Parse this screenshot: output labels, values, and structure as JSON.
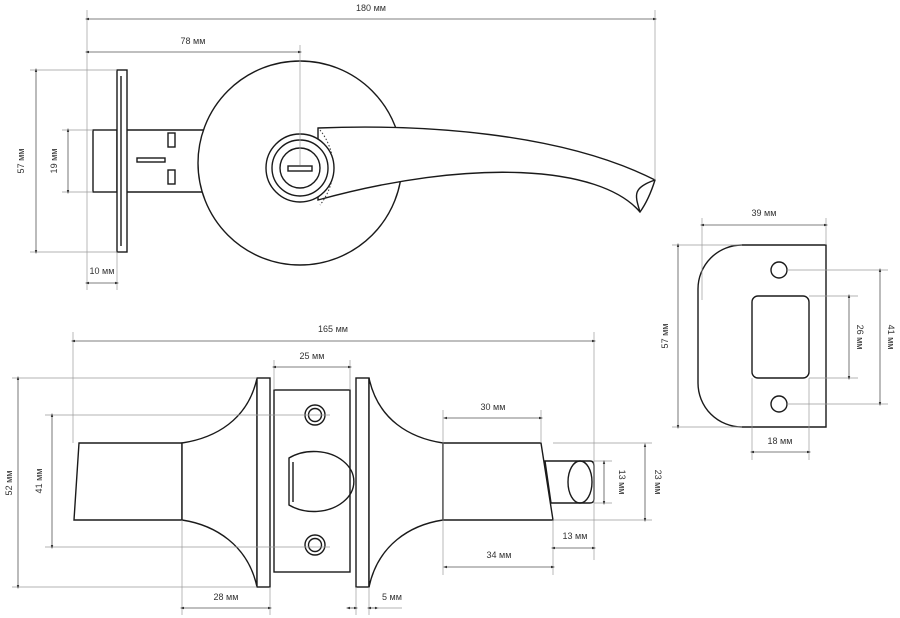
{
  "top_view": {
    "dims": {
      "overall_length": "180 мм",
      "axis_offset": "78 мм",
      "rose_height": "57 мм",
      "latch_height": "19 мм",
      "rose_thickness": "10 мм"
    }
  },
  "strike_plate": {
    "dims": {
      "width": "39 мм",
      "height": "57 мм",
      "window_height": "26 мм",
      "hole_spacing": "41 мм",
      "window_width": "18 мм"
    }
  },
  "side_view": {
    "dims": {
      "overall_length": "165 мм",
      "faceplate_width": "25 мм",
      "flange_height": "52 мм",
      "hole_spacing": "41 мм",
      "neck_length": "30 мм",
      "tip_height": "13 мм",
      "neck_height": "23 мм",
      "tip_length": "13 мм",
      "handle_length": "34 мм",
      "flare_length": "28 мм",
      "flange_thickness": "5 мм"
    }
  }
}
